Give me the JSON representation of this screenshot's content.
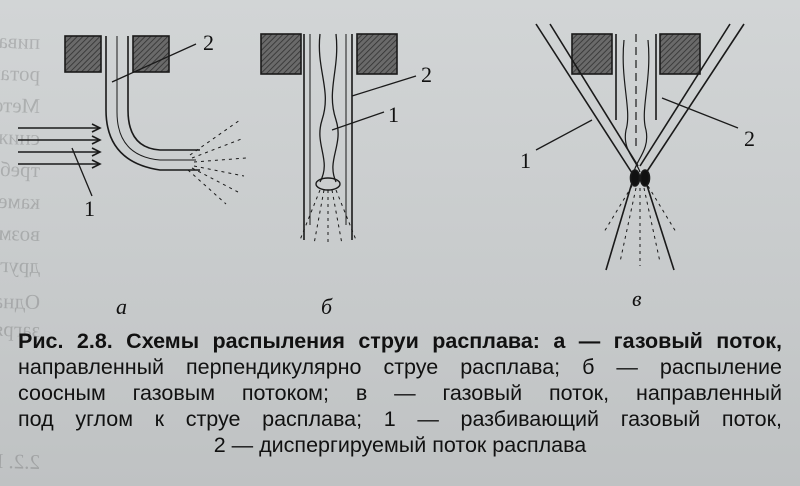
{
  "figure": {
    "panels": [
      {
        "letter": "а",
        "labels": [
          "2",
          "1"
        ]
      },
      {
        "letter": "б",
        "labels": [
          "2",
          "1"
        ]
      },
      {
        "letter": "в",
        "labels": [
          "1",
          "2"
        ]
      }
    ]
  },
  "caption": {
    "lines": [
      "Рис. 2.8. Схемы распыления струи расплава: а — газовый поток,",
      "направленный перпендикулярно струе расплава; б — распыление",
      "соосным газовым потоком; в — газовый поток, направленный",
      "под углом к струе расплава; 1 — разбивающий газовый поток,",
      "2 — диспергируемый поток расплава"
    ]
  }
}
